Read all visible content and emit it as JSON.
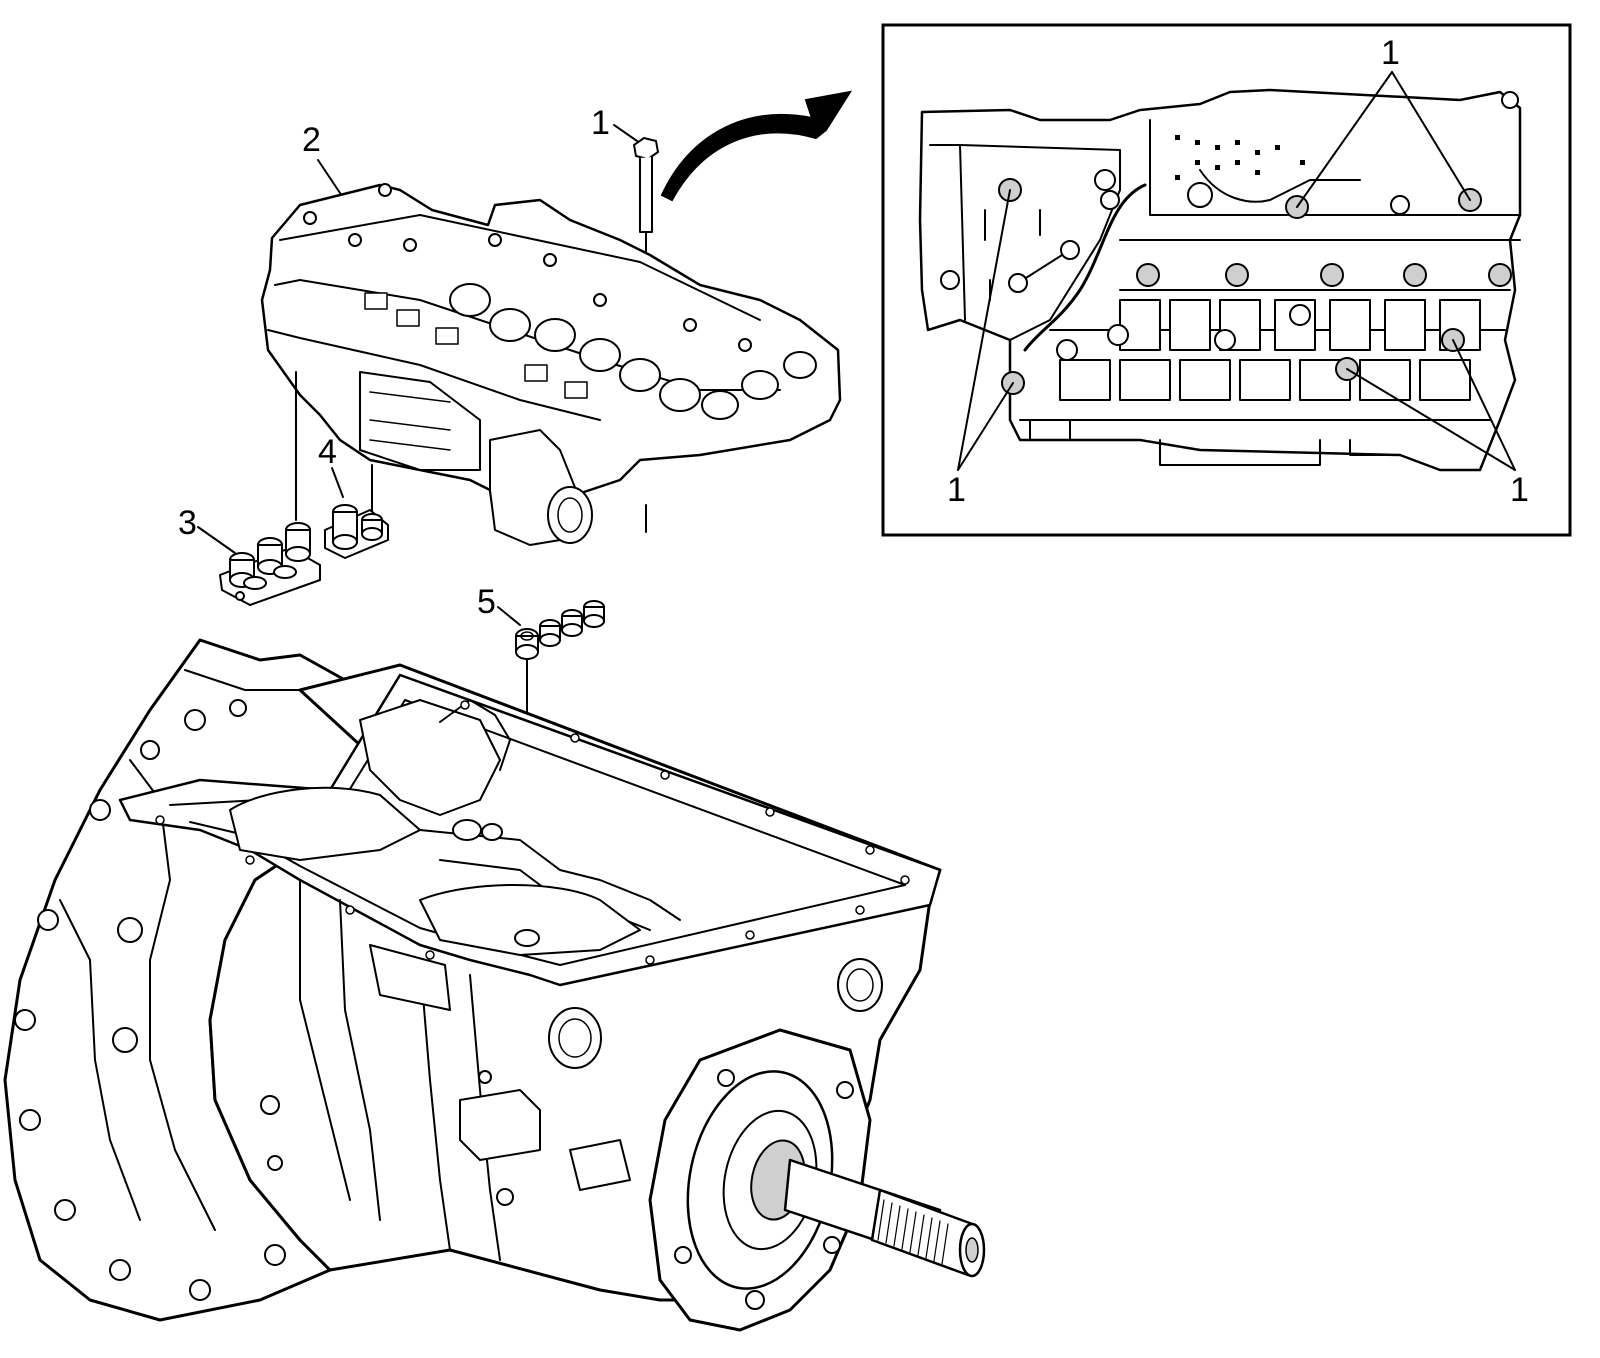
{
  "diagram": {
    "main_callouts": [
      {
        "id": "bolt",
        "label": "1"
      },
      {
        "id": "valve-body",
        "label": "2"
      },
      {
        "id": "seal-set-a",
        "label": "3"
      },
      {
        "id": "seal-set-b",
        "label": "4"
      },
      {
        "id": "sleeves",
        "label": "5"
      }
    ],
    "inset_callouts": [
      {
        "id": "inset-top",
        "label": "1"
      },
      {
        "id": "inset-bottom-left",
        "label": "1"
      },
      {
        "id": "inset-bottom-right",
        "label": "1"
      }
    ]
  },
  "colors": {
    "line": "#000000",
    "background": "#ffffff",
    "accent_fill": "#cfcfcf"
  }
}
